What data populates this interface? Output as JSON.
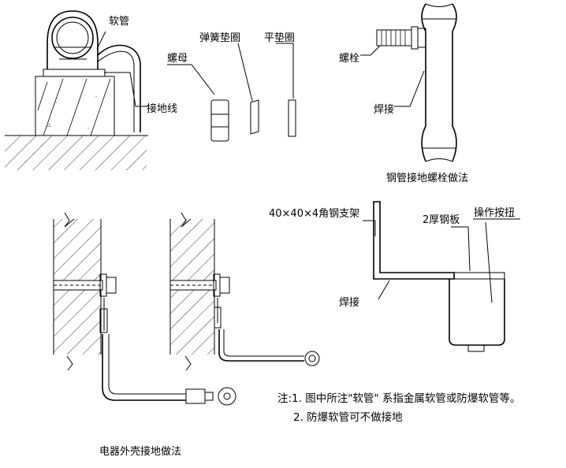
{
  "labels": {
    "soft_pipe": "软管",
    "spring_washer": "弹簧垫圈",
    "flat_washer": "平垫圈",
    "nut": "螺母",
    "ground_wire": "接地线",
    "bolt": "螺栓",
    "weld_top": "焊接",
    "pipe_bolt_title": "钢管接地螺栓做法",
    "angle_bracket": "40×40×4角钢支架",
    "steel_plate": "2厚钢板",
    "button": "操作按扭",
    "weld_bottom": "焊接",
    "enclosure_title": "电器外壳接地做法"
  },
  "notes": {
    "line1": "注:1. 图中所注\"软管\" 系指金属软管或防爆软管等。",
    "line2": "2. 防爆软管可不做接地"
  }
}
